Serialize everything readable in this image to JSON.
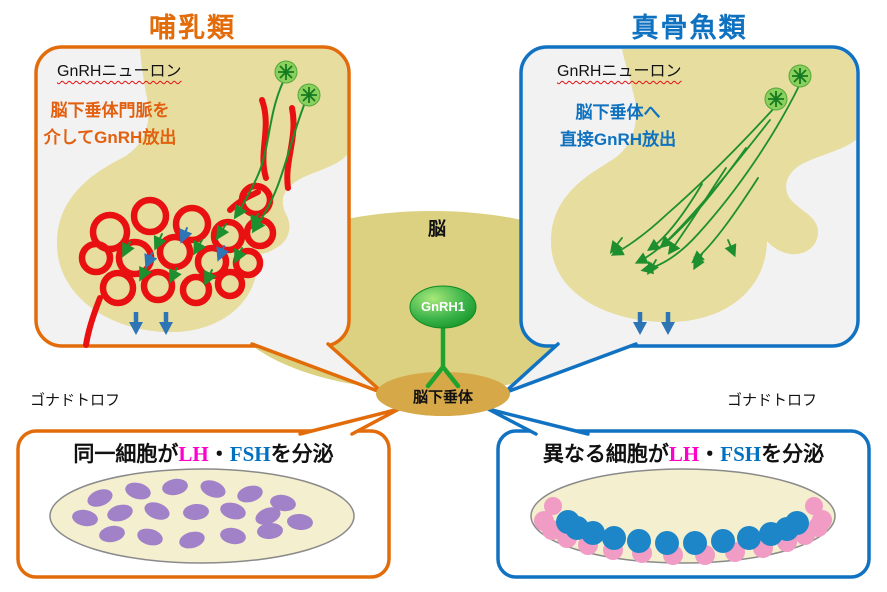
{
  "titles": {
    "left": "哺乳類",
    "right": "真骨魚類"
  },
  "mammal_panel": {
    "neuron_label": "GnRHニューロン",
    "release_line1": "脳下垂体門脈を",
    "release_line2": "介してGnRH放出"
  },
  "teleost_panel": {
    "neuron_label": "GnRHニューロン",
    "release_line1": "脳下垂体へ",
    "release_line2": "直接GnRH放出"
  },
  "center": {
    "brain_label": "脳",
    "ligand_label": "GnRH1",
    "pituitary_label": "脳下垂体"
  },
  "mammal_gonadotroph": {
    "label": "ゴナドトロフ",
    "caption_prefix": "同一細胞が",
    "lh": "LH",
    "separator": "・",
    "fsh": "FSH",
    "caption_suffix": "を分泌"
  },
  "teleost_gonadotroph": {
    "label": "ゴナドトロフ",
    "caption_prefix": "異なる細胞が",
    "lh": "LH",
    "separator": "・",
    "fsh": "FSH",
    "caption_suffix": "を分泌"
  },
  "colors": {
    "mammal_orange": "#e36c0a",
    "teleost_blue": "#0f72c0",
    "lh_magenta": "#ff00cc",
    "fsh_blue": "#0070c0",
    "vessel_red": "#e81010",
    "neuron_green": "#1e8f2e",
    "brain_tan": "#dbd180",
    "tissue_tan": "#e6dd9e",
    "pituitary_tan": "#d6a848",
    "purple_cell": "#a182c9",
    "pink_cell": "#f09cc4",
    "blue_cell": "#1d86c8",
    "arrow_blue": "#2e75b6"
  }
}
